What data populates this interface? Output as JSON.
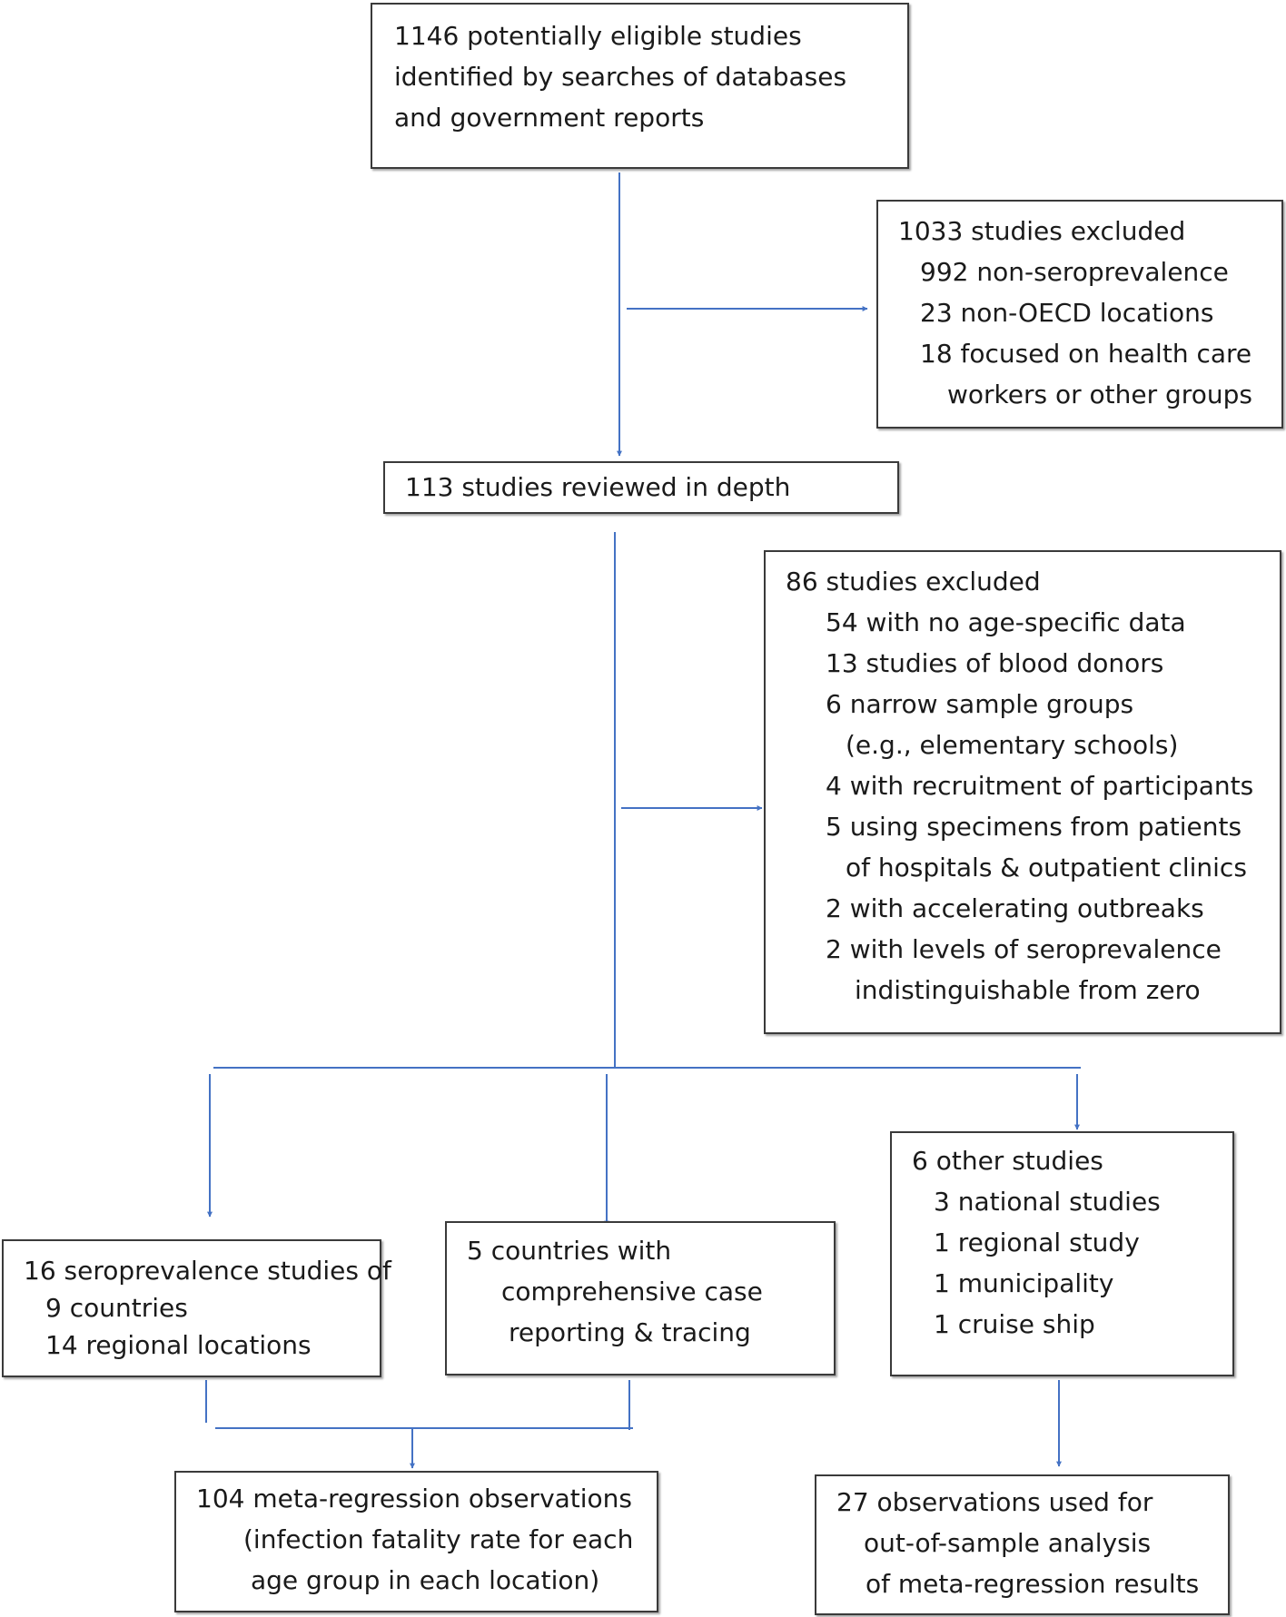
{
  "flowchart": {
    "identified": {
      "lines": [
        "1146 potentially eligible studies",
        "identified by searches of databases",
        "and government reports"
      ]
    },
    "excluded_first": {
      "title": "1033 studies excluded",
      "items": [
        "992 non-seroprevalence",
        "23 non-OECD locations",
        "18 focused on health care"
      ],
      "continuation": "workers or other groups"
    },
    "reviewed": {
      "label": "113 studies reviewed in depth"
    },
    "excluded_second": {
      "title": "86 studies excluded",
      "lines": [
        "54 with no age-specific data",
        "13 studies of blood donors",
        "6 narrow sample groups",
        "(e.g., elementary schools)",
        "4 with recruitment of participants",
        "5 using specimens from patients",
        "of hospitals & outpatient clinics",
        "2 with accelerating outbreaks",
        "2 with levels of seroprevalence",
        "indistinguishable from zero"
      ]
    },
    "seroprevalence": {
      "title": "16 seroprevalence studies of",
      "items": [
        "9 countries",
        "14 regional locations"
      ]
    },
    "countries": {
      "lines": [
        "5 countries with",
        "comprehensive case",
        "reporting & tracing"
      ]
    },
    "other": {
      "title": "6 other studies",
      "items": [
        "3 national studies",
        "1 regional study",
        "1 municipality",
        "1 cruise ship"
      ]
    },
    "meta_regression": {
      "lines": [
        "104 meta-regression observations",
        "(infection fatality rate for each",
        "age group in each location)"
      ]
    },
    "out_of_sample": {
      "lines": [
        "27 observations used for",
        "out-of-sample analysis",
        "of meta-regression results"
      ]
    }
  },
  "colors": {
    "arrow": "#4472c4",
    "box_border": "#3a3a3a",
    "background": "#ffffff"
  }
}
